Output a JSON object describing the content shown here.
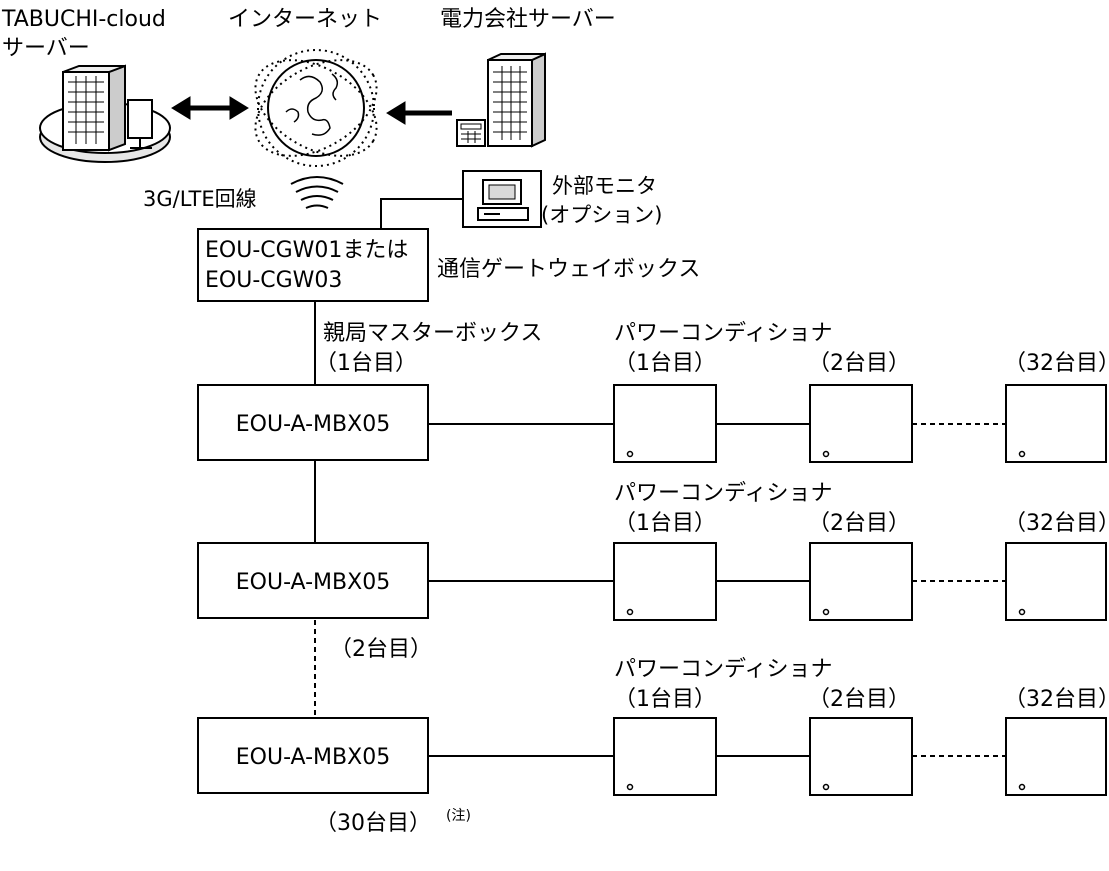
{
  "colors": {
    "line": "#000000",
    "fill": "#ffffff",
    "shade": "#d9d9d9"
  },
  "top": {
    "cloud_server_label_line1": "TABUCHI-cloud",
    "cloud_server_label_line2": "サーバー",
    "internet_label": "インターネット",
    "utility_server_label": "電力会社サーバー",
    "cellular_label": "3G/LTE回線",
    "monitor_label_line1": "外部モニタ",
    "monitor_label_line2": "(オプション)"
  },
  "gateway": {
    "model_line1": "EOU-CGW01または",
    "model_line2": "EOU-CGW03",
    "label": "通信ゲートウェイボックス"
  },
  "master_boxes": [
    {
      "model": "EOU-A-MBX05",
      "role_label": "親局マスターボックス",
      "count_label": "（1台目）",
      "pcs_group_label": "パワーコンディショナ",
      "pcs_counts": [
        "（1台目）",
        "（2台目）",
        "（32台目）"
      ]
    },
    {
      "model": "EOU-A-MBX05",
      "count_label": "（2台目）",
      "pcs_group_label": "パワーコンディショナ",
      "pcs_counts": [
        "（1台目）",
        "（2台目）",
        "（32台目）"
      ]
    },
    {
      "model": "EOU-A-MBX05",
      "count_label": "（30台目）",
      "note_mark": "(注)",
      "pcs_group_label": "パワーコンディショナ",
      "pcs_counts": [
        "（1台目）",
        "（2台目）",
        "（32台目）"
      ]
    }
  ]
}
